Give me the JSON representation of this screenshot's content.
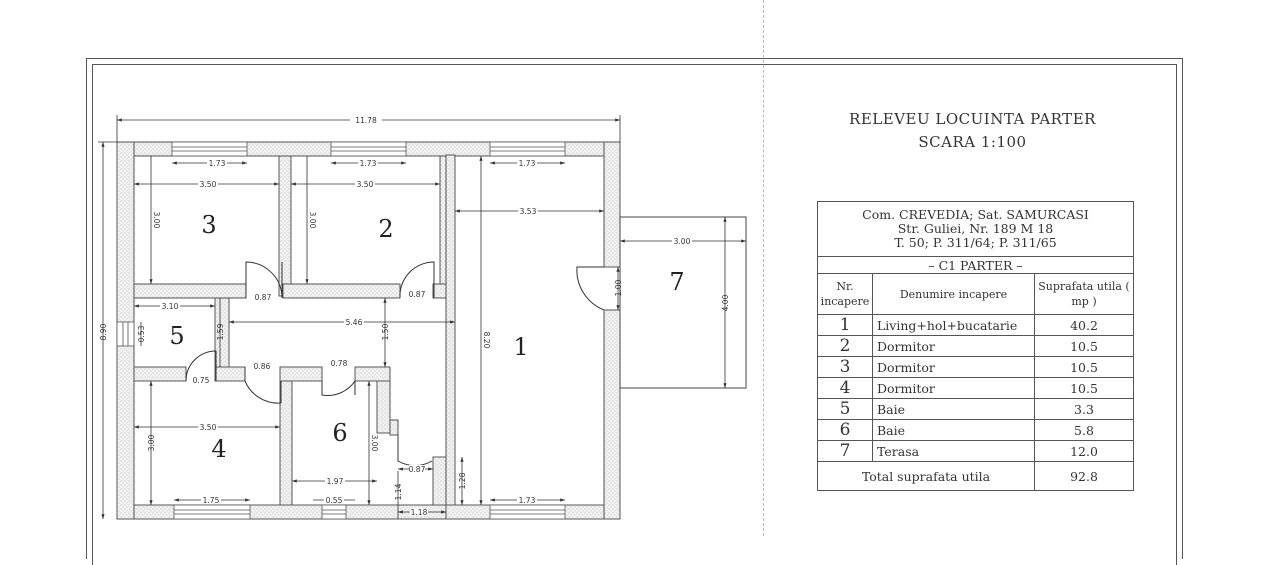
{
  "document": {
    "title_line1": "RELEVEU LOCUINTA PARTER",
    "title_line2": "SCARA 1:100"
  },
  "location": {
    "line1": "Com. CREVEDIA; Sat. SAMURCASI",
    "line2": "Str. Guliei, Nr. 189 M 18",
    "line3": "T. 50; P. 311/64; P. 311/65"
  },
  "table": {
    "section": "– C1 PARTER –",
    "col_nr": "Nr. incapere",
    "col_name": "Denumire incapere",
    "col_area": "Suprafata utila ( mp )",
    "rows": [
      {
        "nr": "1",
        "name": "Living+hol+bucatarie",
        "area": "40.2"
      },
      {
        "nr": "2",
        "name": "Dormitor",
        "area": "10.5"
      },
      {
        "nr": "3",
        "name": "Dormitor",
        "area": "10.5"
      },
      {
        "nr": "4",
        "name": "Dormitor",
        "area": "10.5"
      },
      {
        "nr": "5",
        "name": "Baie",
        "area": "3.3"
      },
      {
        "nr": "6",
        "name": "Baie",
        "area": "5.8"
      },
      {
        "nr": "7",
        "name": "Terasa",
        "area": "12.0"
      }
    ],
    "total_label": "Total suprafata utila",
    "total_value": "92.8"
  },
  "plan": {
    "room_labels": [
      "1",
      "2",
      "3",
      "4",
      "5",
      "6",
      "7"
    ],
    "dimensions": {
      "overall_width": "11.78",
      "overall_height": "8.90",
      "win_r3": "1.73",
      "win_r2": "1.73",
      "win_r1_top": "1.73",
      "win_r1_bottom": "1.73",
      "win_r4": "1.75",
      "win_r6": "0.55",
      "r3_width": "3.50",
      "r2_width": "3.50",
      "r4_width": "3.50",
      "r3_height": "3.00",
      "r2_height": "3.00",
      "r4_height": "3.00",
      "r6_height": "3.00",
      "r1_width": "3.53",
      "r1_height": "8.20",
      "terrace_width": "3.00",
      "terrace_height": "4.00",
      "door_terrace": "1.00",
      "door_r3": "0.87",
      "door_r2": "0.87",
      "door_r4": "0.86",
      "door_r6": "0.78",
      "door_r5": "0.75",
      "door_entry": "0.87",
      "r5_width": "3.10",
      "r5_vent": "0.53",
      "r5_height": "1.59",
      "hall_length": "5.46",
      "hall_width": "1.50",
      "r6_width": "1.97",
      "entry_height": "1.14",
      "entry_width": "1.18",
      "entry_side": "1.28"
    }
  }
}
